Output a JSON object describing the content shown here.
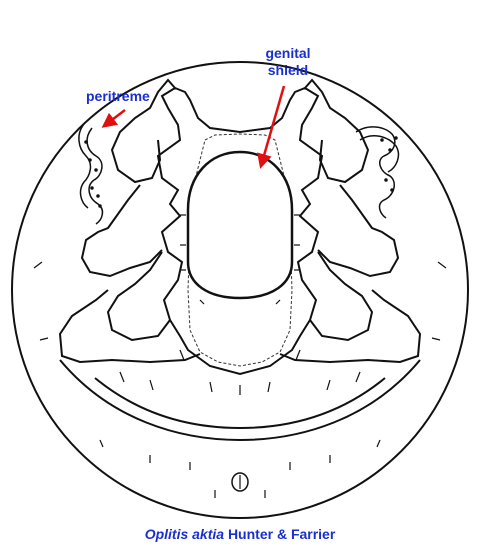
{
  "labels": {
    "peritreme": "peritreme",
    "genital_line1": "genital",
    "genital_line2": "shield"
  },
  "caption": {
    "species": "Oplitis aktia",
    "authors": "Hunter & Farrier"
  },
  "colors": {
    "label_blue": "#1a2fd0",
    "arrow_red": "#e01010",
    "ink": "#111111"
  }
}
